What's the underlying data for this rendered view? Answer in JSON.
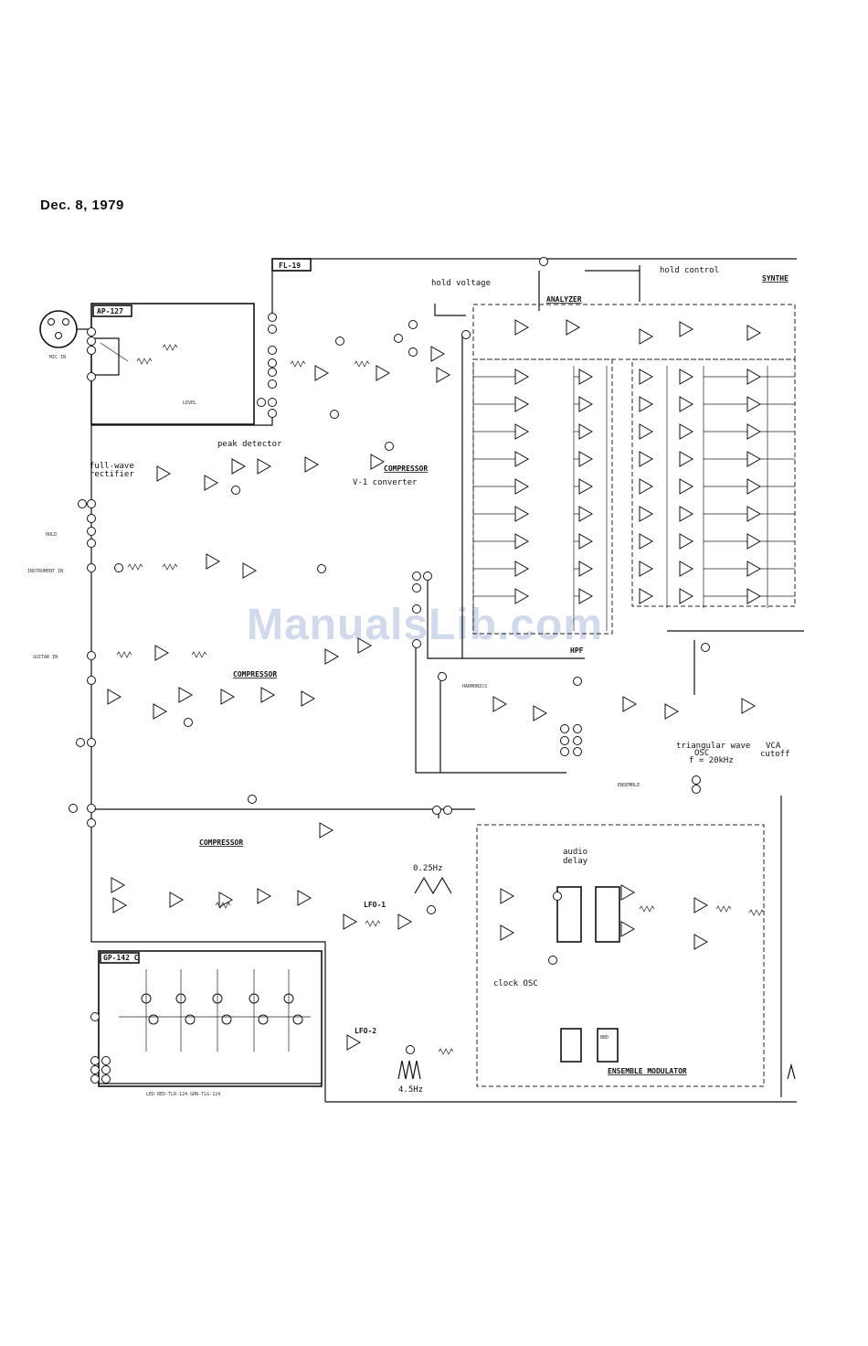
{
  "header": {
    "date": "Dec. 8, 1979"
  },
  "watermark": "ManualsLib.com",
  "blocks": {
    "fl19": "FL-19",
    "ap127": "AP-127",
    "gp142c": "GP-142 C",
    "analyzer": "ANALYZER",
    "synth": "SYNTHE",
    "compressor_1": "COMPRESSOR",
    "compressor_2": "COMPRESSOR",
    "compressor_3": "COMPRESSOR",
    "harmonics": "HARMONICS",
    "ensemble": "ENSEMBLE MODULATOR",
    "bbd": "BBD",
    "hpf": "HPF"
  },
  "labels": {
    "hold_voltage": "hold voltage",
    "hold_control": "hold control",
    "mic_in": "MIC IN",
    "level": "LEVEL",
    "peak_detector": "peak detector",
    "fullwave_1": "full-wave",
    "fullwave_2": "rectifier",
    "v1_converter": "V-1 converter",
    "hold": "HOLD",
    "instrument_in": "INSTRUMENT IN",
    "guitar_in": "GUITAR IN",
    "triangular_1": "triangular wave",
    "triangular_2": "OSC",
    "triangular_3": "f = 20kHz",
    "vca_1": "VCA",
    "vca_2": "cutoff",
    "ensemble_in": "ENSEMBLE",
    "audio_delay_1": "audio",
    "audio_delay_2": "delay",
    "lfo1": "LFO-1",
    "lfo2": "LFO-2",
    "freq_025": "0.25Hz",
    "freq_45": "4.5Hz",
    "clock_osc": "clock OSC",
    "led_line": "LED   RED-TLR-124   GRN-TLG-124"
  }
}
